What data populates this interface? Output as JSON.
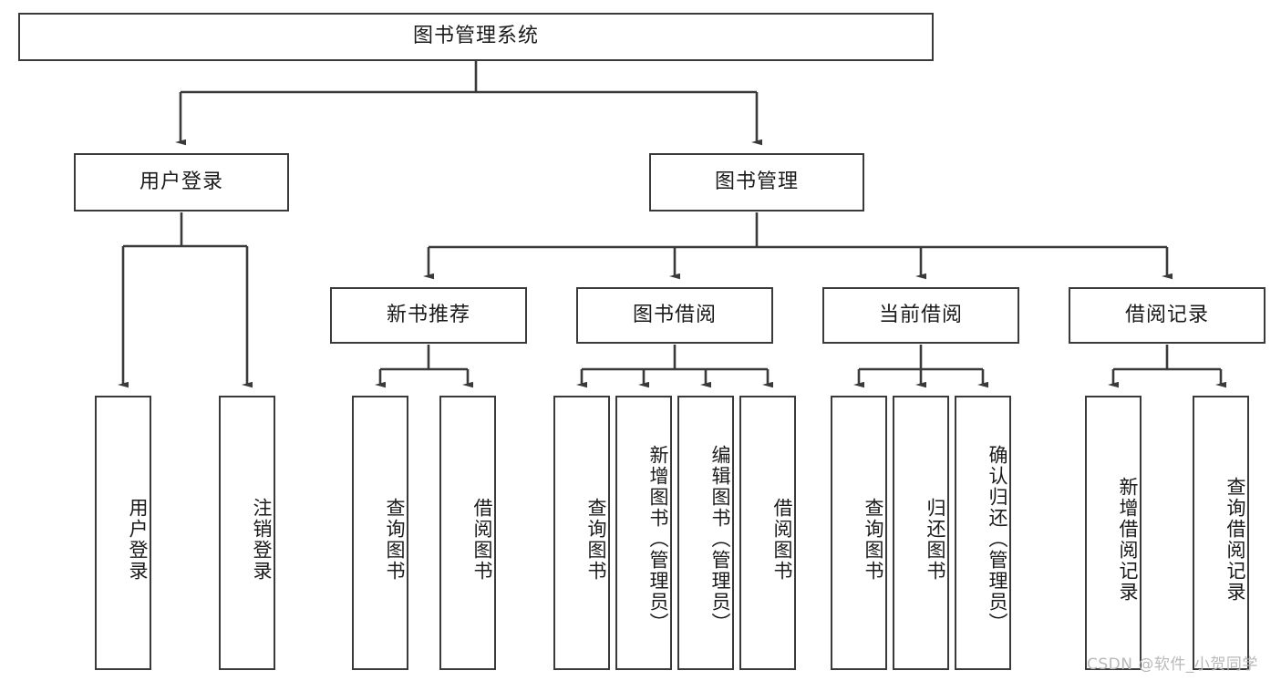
{
  "diagram": {
    "title": "图书管理系统",
    "type": "tree-hierarchy",
    "root": {
      "id": "root",
      "label": "图书管理系统"
    },
    "level2": [
      {
        "id": "user-login",
        "label": "用户登录"
      },
      {
        "id": "book-manage",
        "label": "图书管理"
      }
    ],
    "level3": [
      {
        "id": "new-book-rec",
        "label": "新书推荐",
        "parent": "book-manage"
      },
      {
        "id": "book-borrow",
        "label": "图书借阅",
        "parent": "book-manage"
      },
      {
        "id": "current-borrow",
        "label": "当前借阅",
        "parent": "book-manage"
      },
      {
        "id": "borrow-record",
        "label": "借阅记录",
        "parent": "book-manage"
      }
    ],
    "leaves": {
      "user-login": [
        {
          "id": "leaf-user-login",
          "label": "用户登录"
        },
        {
          "id": "leaf-logout",
          "label": "注销登录"
        }
      ],
      "new-book-rec": [
        {
          "id": "leaf-query-book-1",
          "label": "查询图书"
        },
        {
          "id": "leaf-borrow-book-1",
          "label": "借阅图书"
        }
      ],
      "book-borrow": [
        {
          "id": "leaf-query-book-2",
          "label": "查询图书"
        },
        {
          "id": "leaf-add-book",
          "label": "新增图书（管理员）"
        },
        {
          "id": "leaf-edit-book",
          "label": "编辑图书（管理员）"
        },
        {
          "id": "leaf-borrow-book-2",
          "label": "借阅图书"
        }
      ],
      "current-borrow": [
        {
          "id": "leaf-query-book-3",
          "label": "查询图书"
        },
        {
          "id": "leaf-return-book",
          "label": "归还图书"
        },
        {
          "id": "leaf-confirm-return",
          "label": "确认归还（管理员）"
        }
      ],
      "borrow-record": [
        {
          "id": "leaf-add-record",
          "label": "新增借阅记录"
        },
        {
          "id": "leaf-query-record",
          "label": "查询借阅记录"
        }
      ]
    }
  },
  "watermark": {
    "text": "CSDN @软件_小贺同学"
  },
  "colors": {
    "stroke": "#3a3a3a",
    "background": "#ffffff",
    "text": "#1a1a1a",
    "watermark": "#b9b9b9"
  }
}
